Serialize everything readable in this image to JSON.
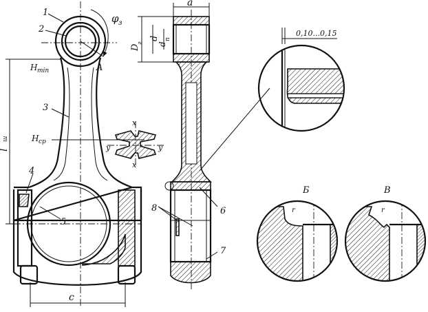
{
  "labels": {
    "part1": "1",
    "part2": "2",
    "part3": "3",
    "part4": "4",
    "part5": "5",
    "part6": "6",
    "part7": "7",
    "part8": "8",
    "phi": "φ",
    "phi_sub": "з",
    "point_a": "A",
    "h_min": "H",
    "h_min_sub": "min",
    "h_cp": "H",
    "h_cp_sub": "cp",
    "l_w": "l",
    "l_w_sub": "ш",
    "dim_c": "c",
    "dim_a": "a",
    "dim_d": "d",
    "dim_dn": "d",
    "dim_dn_sub": "п",
    "dim_dr": "D",
    "dim_dr_sub": "г",
    "axis_x_top": "x",
    "axis_x_bottom": "x",
    "axis_y_left": "y",
    "axis_y_right": "y",
    "clearance": "0,10...0,15",
    "detail_b": "Б",
    "detail_v": "В",
    "radius_b": "r",
    "radius_v": "r"
  }
}
